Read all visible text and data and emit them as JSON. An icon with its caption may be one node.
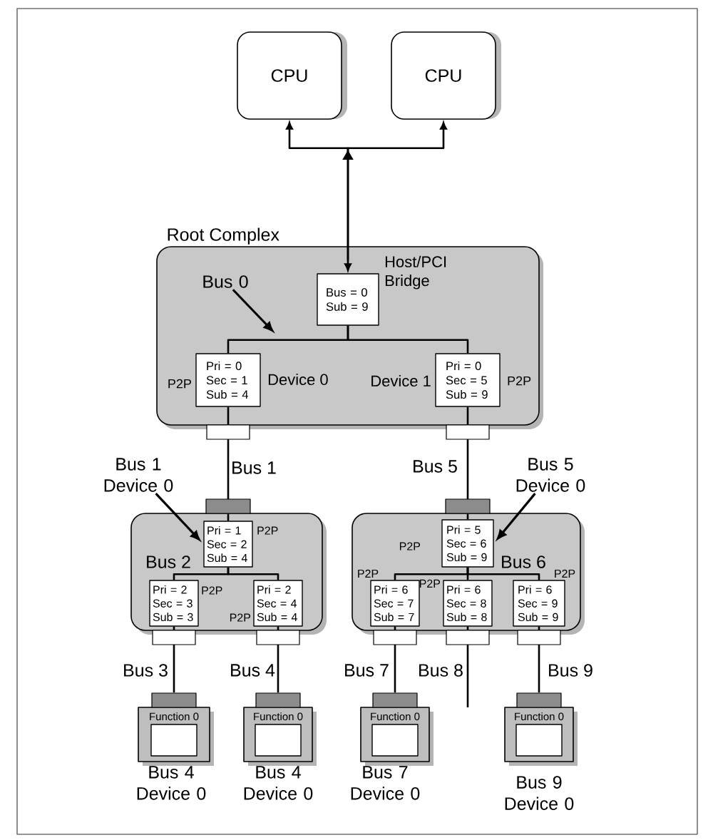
{
  "diagram": {
    "nodes": [
      {
        "text": [
          "CPU"
        ]
      },
      {
        "text": [
          "CPU"
        ]
      },
      {
        "text": [
          "Root Complex"
        ]
      },
      {
        "text": [
          "Bus = 0 Sub = 9"
        ],
        "beside": [
          "Host/PCI Bridge"
        ],
        "in": 2
      },
      {
        "text": [
          "Pri = 0 Sec = 1 Sub = 4"
        ],
        "beside": [
          "P2P",
          "Device 0"
        ],
        "in": 2
      },
      {
        "text": [
          "Pri = 0 Sec = 5 Sub = 9"
        ],
        "beside": [
          "Device 1",
          "P2P"
        ],
        "in": 2
      },
      {
        "text": [
          "Bus 0"
        ],
        "in": 2
      },
      {
        "text": [
          "Bus 1 Device 0"
        ]
      },
      {
        "text": [],
        "shape": "box"
      },
      {
        "text": [
          "Pri = 1 Sec = 2 Sub = 4"
        ],
        "beside": [
          "P2P"
        ],
        "in": 8
      },
      {
        "text": [
          "Pri = 2 Sec = 3 Sub = 3"
        ],
        "beside": [
          "P2P"
        ],
        "in": 8
      },
      {
        "text": [
          "Pri = 2 Sec = 4 Sub = 4"
        ],
        "beside": [
          "P2P"
        ],
        "in": 8
      },
      {
        "text": [
          "Bus 5 Device 0"
        ]
      },
      {
        "text": [],
        "shape": "box"
      },
      {
        "text": [
          "Pri = 5 Sec = 6 Sub = 9"
        ],
        "beside": [
          "P2P"
        ],
        "in": 13
      },
      {
        "text": [
          "Pri = 6 Sec = 7 Sub = 7"
        ],
        "beside": [
          "P2P"
        ],
        "in": 13
      },
      {
        "text": [
          "Pri = 6 Sec = 8 Sub = 8"
        ],
        "beside": [
          "P2P"
        ],
        "in": 13
      },
      {
        "text": [
          "Pri = 6 Sec = 9 Sub = 9"
        ],
        "beside": [
          "P2P"
        ],
        "in": 13
      },
      {
        "text": [
          "Function 0"
        ],
        "beside": [
          "Bus 4 Device 0"
        ]
      },
      {
        "text": [
          "Function 0"
        ],
        "beside": [
          "Bus 4 Device 0"
        ]
      },
      {
        "text": [
          "Function 0"
        ],
        "beside": [
          "Bus 7 Device 0"
        ]
      },
      {
        "text": [
          "Function 0"
        ],
        "beside": [
          "Bus 9 Device 0"
        ]
      }
    ],
    "edges": [
      {
        "from": 3,
        "to": 0,
        "arrow": "both"
      },
      {
        "from": 3,
        "to": 1,
        "arrow": "to"
      },
      {
        "from": 3,
        "to": 4,
        "arrow": "none"
      },
      {
        "from": 3,
        "to": 5,
        "arrow": "none"
      },
      {
        "from": 4,
        "to": 9,
        "arrow": "none",
        "label": "Bus 1"
      },
      {
        "from": 5,
        "to": 14,
        "arrow": "none",
        "label": "Bus 5"
      },
      {
        "from": 9,
        "to": 10,
        "arrow": "none",
        "label": "Bus 2"
      },
      {
        "from": 9,
        "to": 11,
        "arrow": "none"
      },
      {
        "from": 10,
        "to": 18,
        "arrow": "none",
        "label": "Bus 3"
      },
      {
        "from": 11,
        "to": 19,
        "arrow": "none",
        "label": "Bus 4"
      },
      {
        "from": 14,
        "to": 15,
        "arrow": "none"
      },
      {
        "from": 14,
        "to": 16,
        "arrow": "none"
      },
      {
        "from": 14,
        "to": 17,
        "arrow": "none",
        "label": "Bus 6"
      },
      {
        "from": 15,
        "to": 20,
        "arrow": "none",
        "label": "Bus 7"
      },
      {
        "from": 16,
        "to": null,
        "arrow": "none",
        "label": "Bus 8"
      },
      {
        "from": 17,
        "to": 21,
        "arrow": "none",
        "label": "Bus 9"
      },
      {
        "from": 6,
        "to": null,
        "arrow": "to"
      },
      {
        "from": 7,
        "to": 9,
        "arrow": "to"
      },
      {
        "from": 12,
        "to": 14,
        "arrow": "to"
      }
    ]
  }
}
